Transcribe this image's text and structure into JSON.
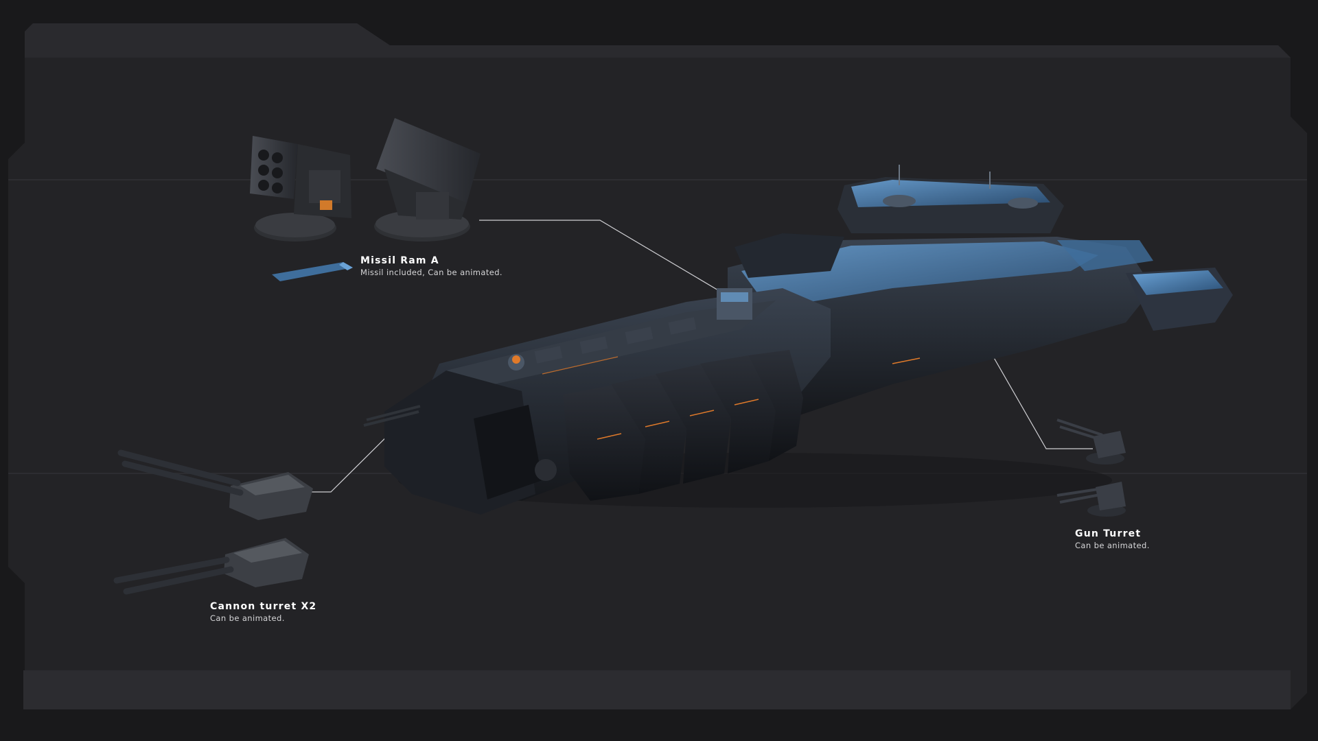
{
  "colors": {
    "outer_bg": "#19191b",
    "panel_bg": "#232326",
    "panel_tab": "#2a2a2e",
    "footer_band": "#2c2c30",
    "leader_line": "#d0d0d4",
    "hull_dark": "#1f2228",
    "hull_mid": "#2b3038",
    "hull_blue": "#3f6e9c",
    "hull_blue_light": "#6aa2d6",
    "accent_orange": "#e07a2a"
  },
  "callouts": {
    "missile": {
      "title": "Missil Ram A",
      "description": "Missil included, Can be animated."
    },
    "gun": {
      "title": "Gun Turret",
      "description": "Can be animated."
    },
    "cannon": {
      "title": "Cannon turret X2",
      "description": "Can be animated."
    }
  }
}
